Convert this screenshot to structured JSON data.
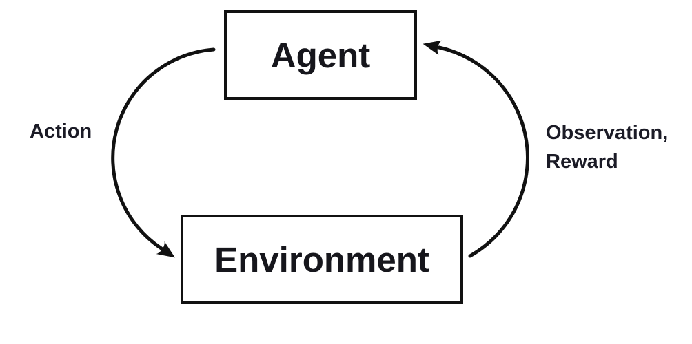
{
  "diagram": {
    "nodes": {
      "agent": {
        "label": "Agent"
      },
      "environment": {
        "label": "Environment"
      }
    },
    "edges": {
      "action": {
        "label": "Action",
        "from": "Agent",
        "to": "Environment"
      },
      "observation_reward": {
        "label_line1": "Observation,",
        "label_line2": "Reward",
        "from": "Environment",
        "to": "Agent"
      }
    },
    "colors": {
      "stroke": "#111111",
      "text": "#16161c",
      "background": "#ffffff"
    }
  }
}
